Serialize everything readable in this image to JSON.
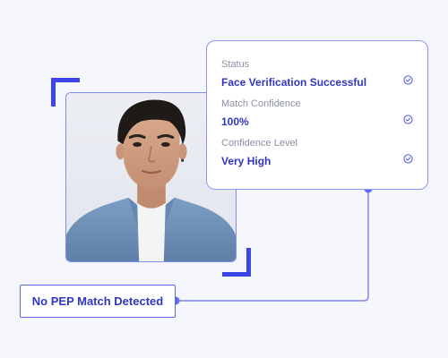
{
  "verification": {
    "rows": [
      {
        "label": "Status",
        "value": "Face Verification Successful",
        "icon": "check-circle-icon"
      },
      {
        "label": "Match Confidence",
        "value": "100%",
        "icon": "check-circle-icon"
      },
      {
        "label": "Confidence Level",
        "value": "Very High",
        "icon": "check-circle-icon"
      }
    ]
  },
  "pep_badge": {
    "label": "No PEP Match Detected"
  },
  "colors": {
    "accent": "#3c46e6",
    "value_text": "#2f36c2",
    "label_text": "#8b90a3",
    "border": "#8a96f0",
    "connector": "#7d88f0",
    "background": "#f5f6fb"
  }
}
